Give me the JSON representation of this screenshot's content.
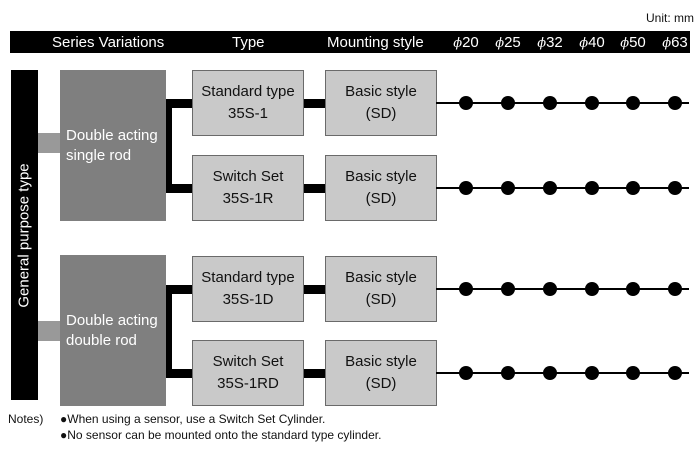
{
  "unit": "Unit: mm",
  "header": {
    "series": "Series Variations",
    "type": "Type",
    "mounting": "Mounting style",
    "bore_symbol": "ϕ",
    "bores": [
      "20",
      "25",
      "32",
      "40",
      "50",
      "63"
    ]
  },
  "category": "General purpose type",
  "groups": [
    {
      "series": "Double acting single rod",
      "series_lines": [
        "Double acting",
        "single rod"
      ],
      "rows": [
        {
          "type_lines": [
            "Standard type",
            "35S-1"
          ],
          "mount_lines": [
            "Basic style",
            "(SD)"
          ],
          "available": [
            true,
            true,
            true,
            true,
            true,
            true
          ]
        },
        {
          "type_lines": [
            "Switch Set",
            "35S-1R"
          ],
          "mount_lines": [
            "Basic style",
            "(SD)"
          ],
          "available": [
            true,
            true,
            true,
            true,
            true,
            true
          ]
        }
      ]
    },
    {
      "series": "Double acting double rod",
      "series_lines": [
        "Double acting",
        "double rod"
      ],
      "rows": [
        {
          "type_lines": [
            "Standard type",
            "35S-1D"
          ],
          "mount_lines": [
            "Basic style",
            "(SD)"
          ],
          "available": [
            true,
            true,
            true,
            true,
            true,
            true
          ]
        },
        {
          "type_lines": [
            "Switch Set",
            "35S-1RD"
          ],
          "mount_lines": [
            "Basic style",
            "(SD)"
          ],
          "available": [
            true,
            true,
            true,
            true,
            true,
            true
          ]
        }
      ]
    }
  ],
  "notes": {
    "label": "Notes)",
    "bullet": "●",
    "items": [
      "When using a sensor, use a Switch Set Cylinder.",
      "No sensor can be mounted onto the standard type cylinder."
    ]
  }
}
